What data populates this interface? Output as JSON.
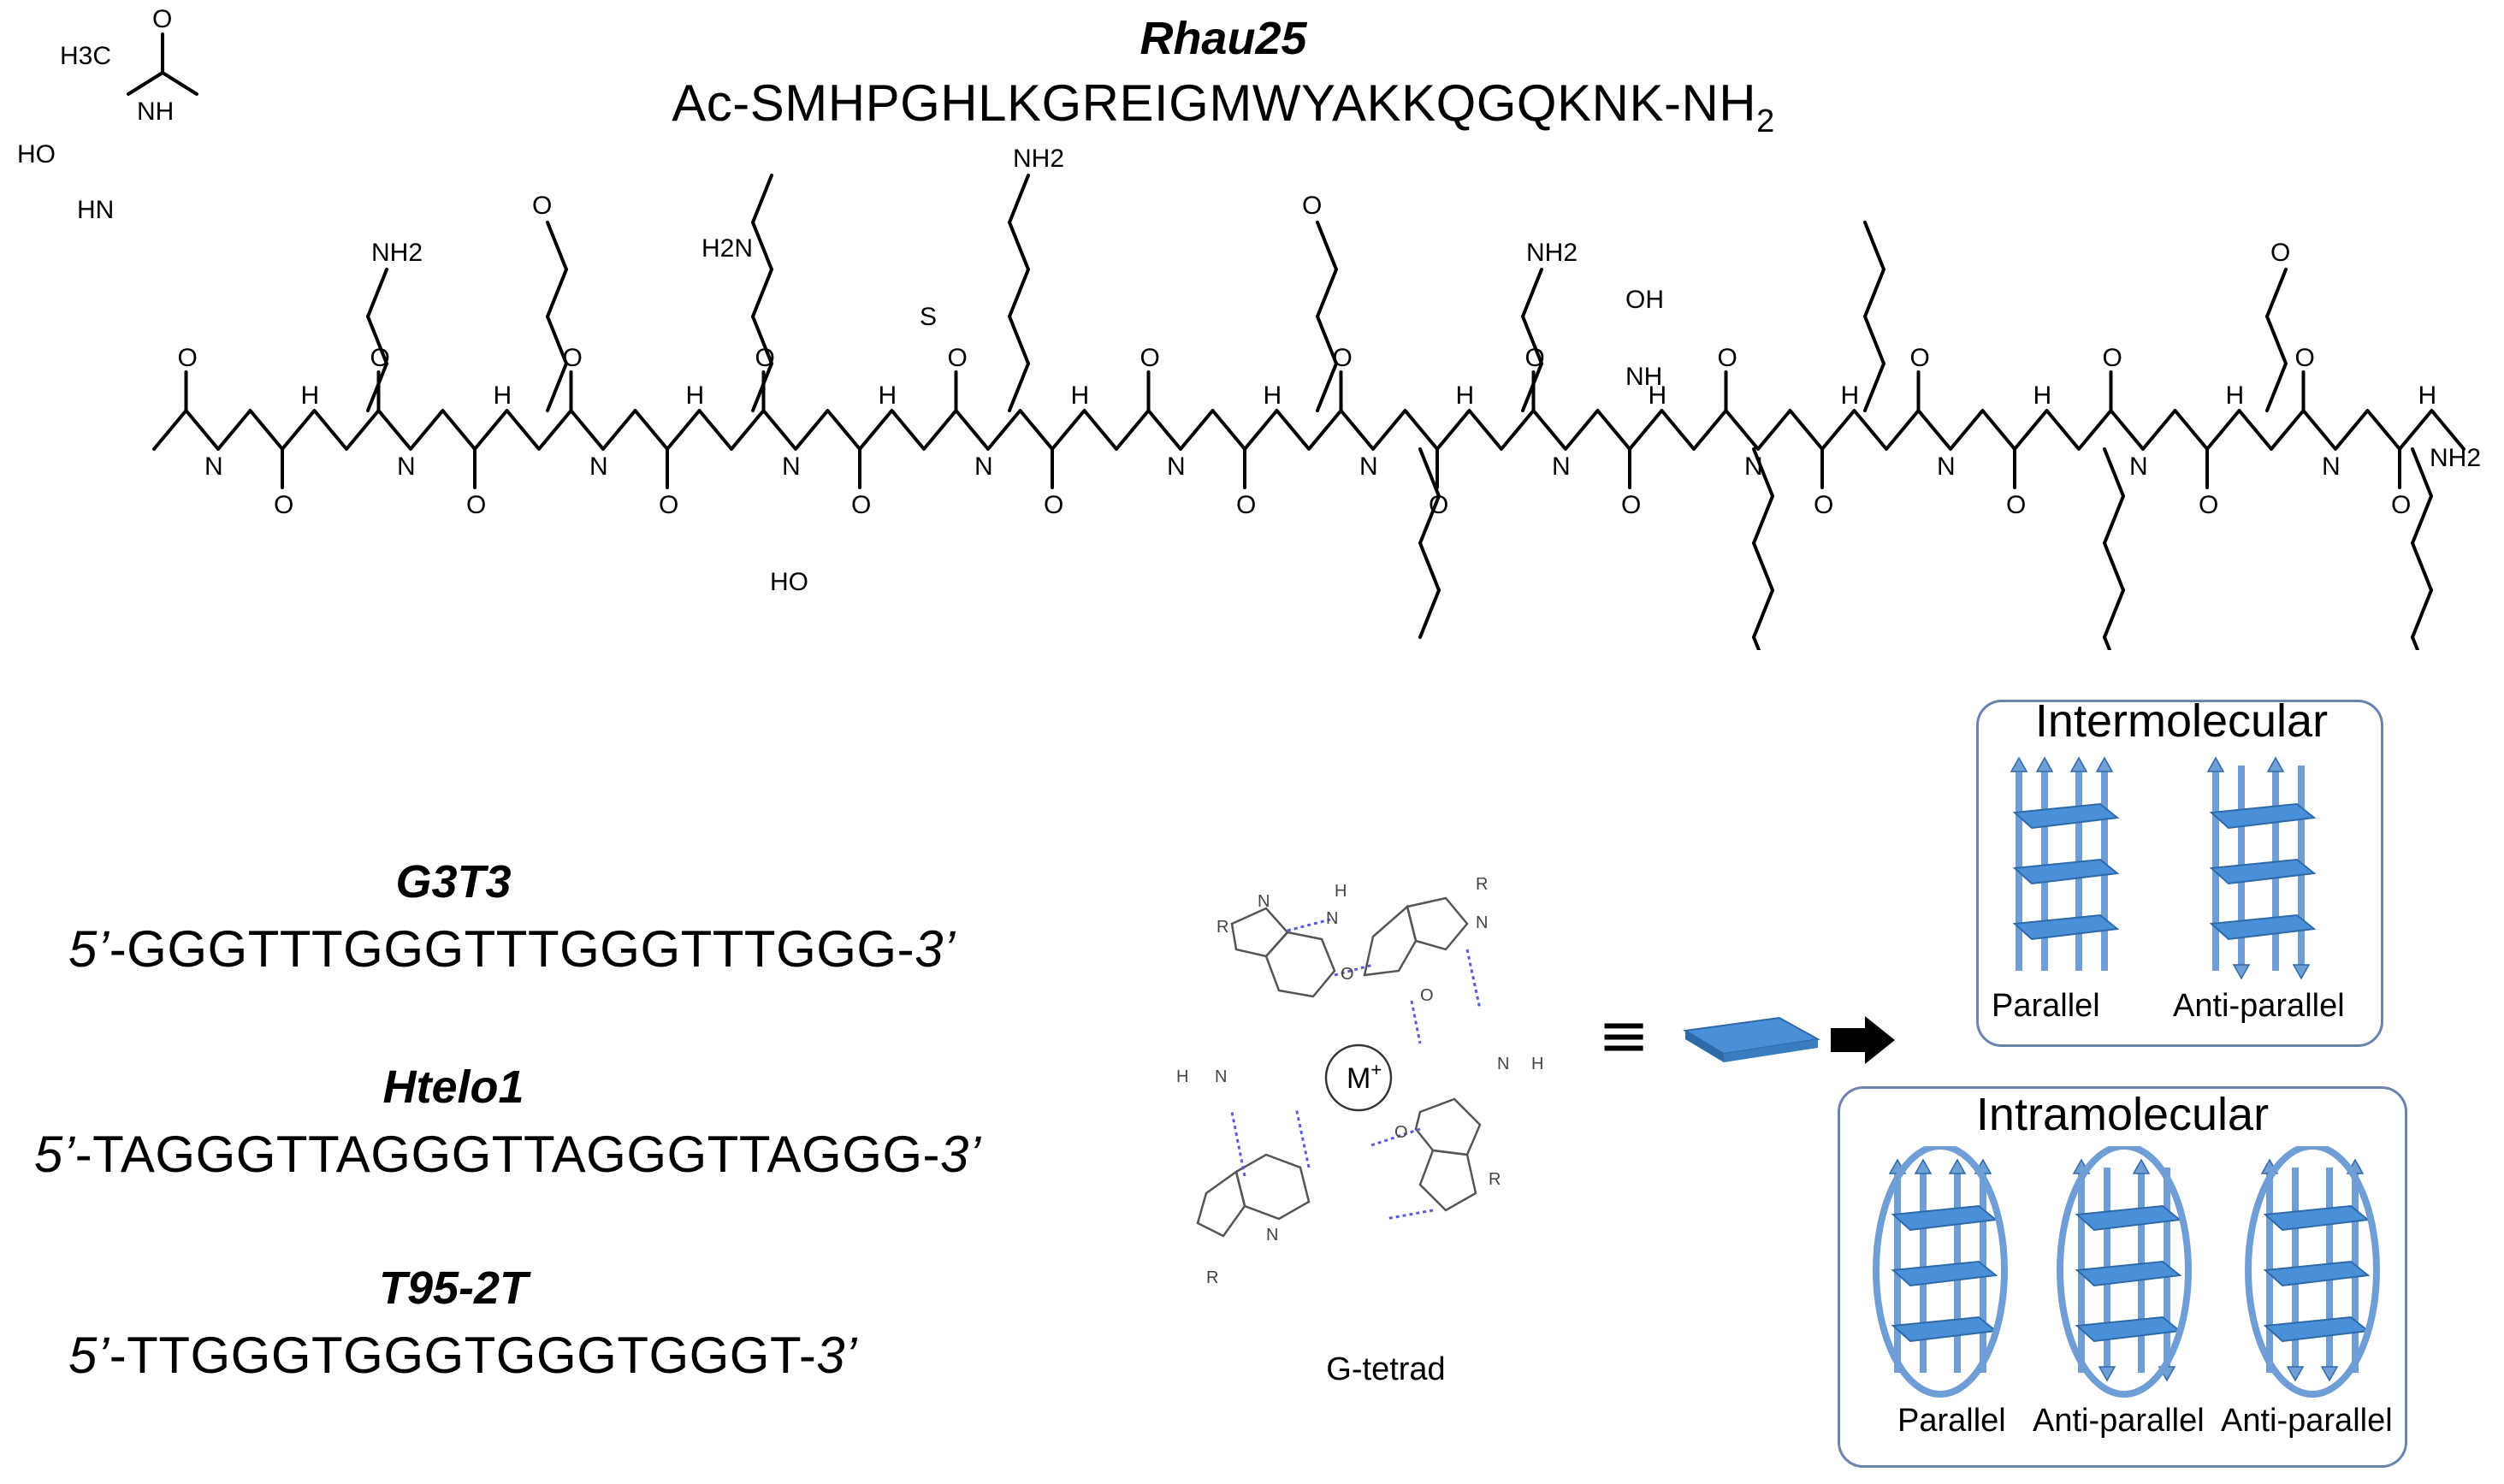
{
  "peptide": {
    "name": "Rhau25",
    "seq_prefix": "Ac-",
    "seq_body": "SMHPGHLKGREIGMWYAKKQGQKNK",
    "seq_suffix": "-NH",
    "seq_subscript": "2"
  },
  "structure_labels": {
    "acetyl": "H3C",
    "nh": "NH",
    "ho": "HO",
    "hn": "HN",
    "h": "H",
    "n": "N",
    "o": "O",
    "s": "S",
    "nh2": "NH2",
    "oh": "OH",
    "h2n": "H2N"
  },
  "sequences": [
    {
      "name": "G3T3",
      "five_prime": "5’",
      "body": "-GGGTTTGGGTTTGGGTTTGGG-",
      "three_prime": "3’"
    },
    {
      "name": "Htelo1",
      "five_prime": "5’",
      "body": "-TAGGGTTAGGGTTAGGGTTAGGG-",
      "three_prime": "3’"
    },
    {
      "name": "T95-2T",
      "five_prime": "5’",
      "body": "-TTGGGTGGGTGGGTGGGT-",
      "three_prime": "3’"
    }
  ],
  "tetrad": {
    "label": "G-tetrad",
    "ion": "M",
    "ion_charge": "+",
    "equiv_symbol": "≡",
    "atom_r": "R",
    "atom_n": "N",
    "atom_h": "H",
    "atom_o": "O"
  },
  "intermolecular": {
    "title": "Intermolecular",
    "labels": [
      "Parallel",
      "Anti-parallel"
    ]
  },
  "intramolecular": {
    "title": "Intramolecular",
    "labels": [
      "Parallel",
      "Anti-parallel",
      "Anti-parallel"
    ]
  },
  "colors": {
    "tetrad_blue": "#4a90d9",
    "tetrad_dark": "#2e6aa8",
    "strand_blue": "#6f9ed6",
    "box_border": "#6b84ad",
    "hbond": "#5b5bd6"
  }
}
